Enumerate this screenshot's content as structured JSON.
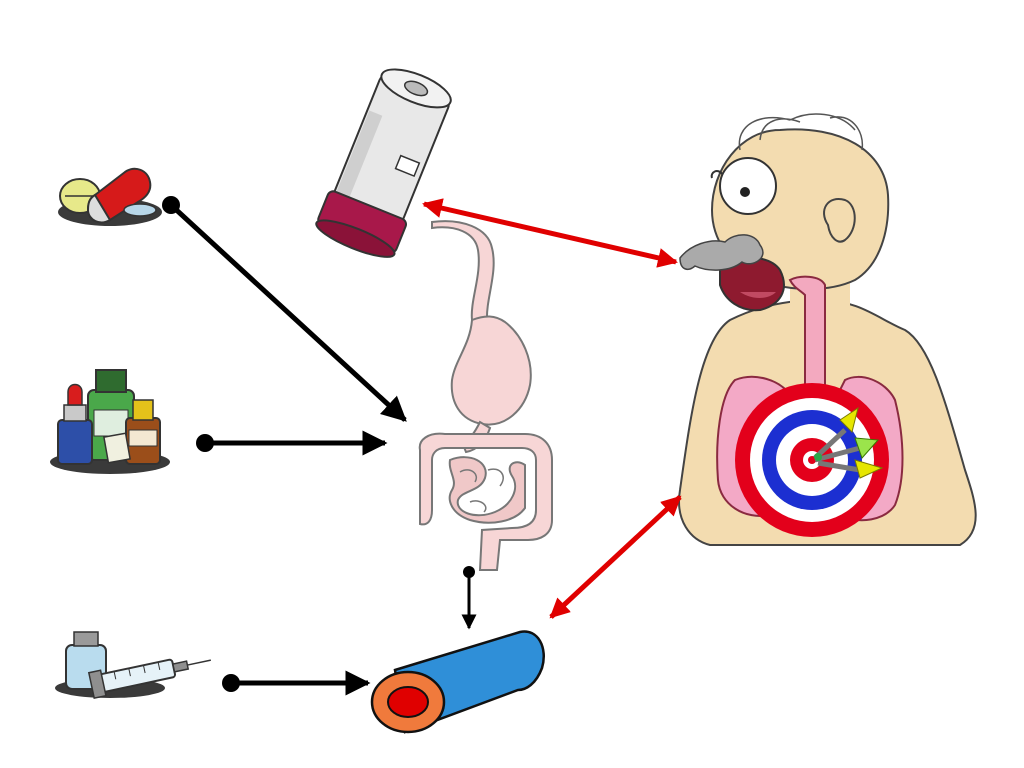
{
  "diagram": {
    "kind": "drug-administration-routes",
    "sources": [
      {
        "id": "pills",
        "icon": "pills-capsule-icon"
      },
      {
        "id": "liquid-bottles",
        "icon": "medicine-bottles-icon"
      },
      {
        "id": "injection",
        "icon": "syringe-vial-icon"
      },
      {
        "id": "inhaler",
        "icon": "inhaler-icon"
      }
    ],
    "targets": [
      {
        "id": "digestive-tract",
        "icon": "digestive-tract-icon"
      },
      {
        "id": "blood-vessel",
        "icon": "blood-vessel-icon"
      },
      {
        "id": "person-lungs",
        "icon": "person-lungs-icon"
      },
      {
        "id": "target",
        "icon": "bullseye-target-icon"
      }
    ],
    "connections": [
      {
        "from": "pills",
        "to": "digestive-tract",
        "style": "one-way",
        "color": "#000000"
      },
      {
        "from": "liquid-bottles",
        "to": "digestive-tract",
        "style": "one-way",
        "color": "#000000"
      },
      {
        "from": "digestive-tract",
        "to": "blood-vessel",
        "style": "one-way",
        "color": "#000000"
      },
      {
        "from": "injection",
        "to": "blood-vessel",
        "style": "one-way",
        "color": "#000000"
      },
      {
        "from": "inhaler",
        "to": "person-lungs",
        "style": "two-way",
        "color": "#e00000"
      },
      {
        "from": "blood-vessel",
        "to": "person-lungs",
        "style": "two-way",
        "color": "#e00000"
      }
    ],
    "colors": {
      "black_arrow": "#000000",
      "red_arrow": "#e00000",
      "skin": "#f3dcb0",
      "target_red": "#e3001b",
      "target_blue": "#1c2fd1",
      "vessel_blue": "#2f8fd8",
      "vessel_orange": "#f07a3c"
    }
  }
}
